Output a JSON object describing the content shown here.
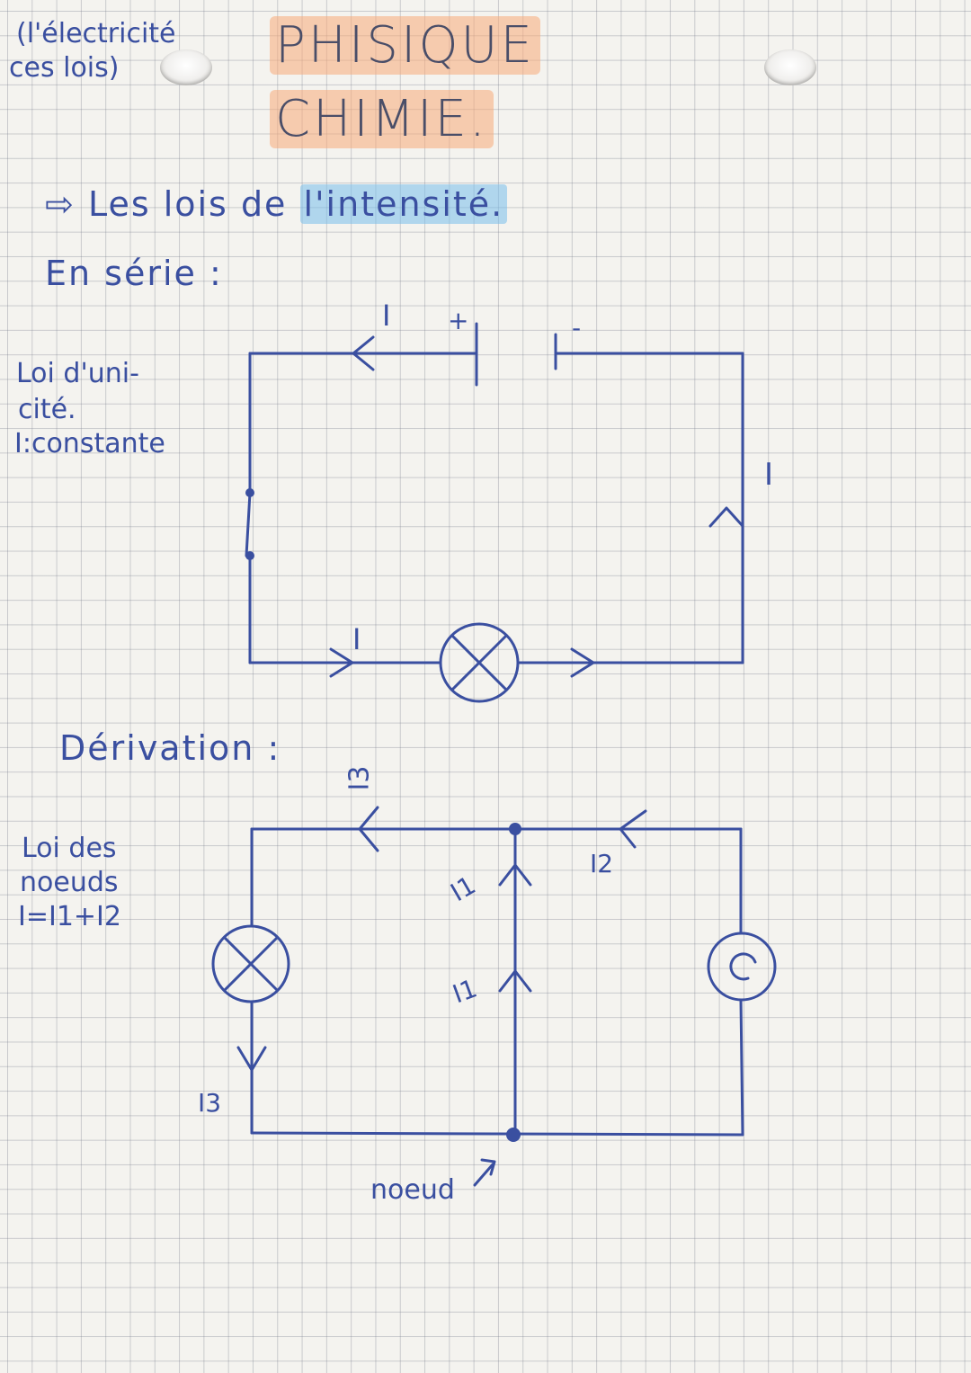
{
  "header": {
    "note_line1": "(l'électricité",
    "note_line2": "ces lois)",
    "title_line1": "PHISIQUE",
    "title_line2": "CHIMIE."
  },
  "heading": {
    "arrow": "⇨",
    "prefix": "Les lois de ",
    "highlight": "l'intensité."
  },
  "serie": {
    "label": "En série :",
    "law_line1": "Loi d'uni-",
    "law_line2": "cité.",
    "law_line3": "I:constante",
    "current": "I",
    "plus": "+",
    "minus": "-"
  },
  "derivation": {
    "label": "Dérivation :",
    "law_line1": "Loi des",
    "law_line2": "noeuds",
    "law_line3": "I=I1+I2",
    "i3": "I3",
    "i1": "I1",
    "i2": "I2",
    "node": "noeud"
  },
  "colors": {
    "ink": "#3a4fa0",
    "title": "#4a4e68",
    "highlight_orange": "#f8aa78",
    "highlight_blue": "#78beeb"
  }
}
